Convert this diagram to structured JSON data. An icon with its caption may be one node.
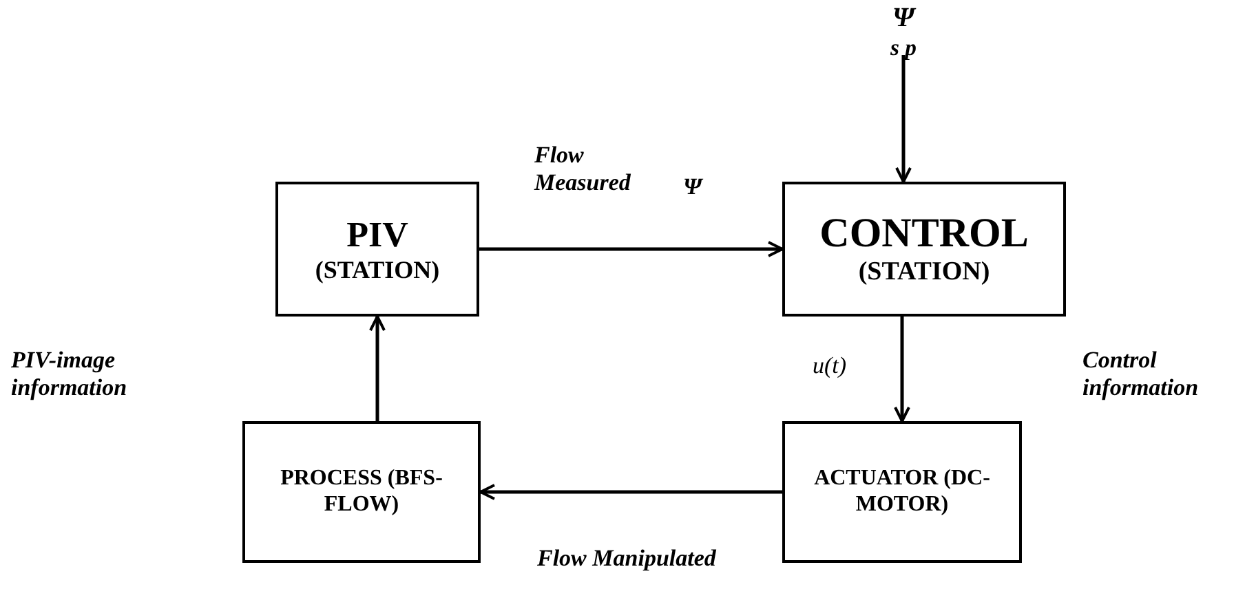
{
  "diagram": {
    "nodes": [
      {
        "text": [
          "Ψ$_{s p}$"
        ]
      },
      {
        "text": [
          "PIV",
          "(STATION)"
        ]
      },
      {
        "text": [
          "CONTROL",
          "(STATION)"
        ]
      },
      {
        "text": [
          "PROCESS (BFS-FLOW)"
        ]
      },
      {
        "text": [
          "ACTUATOR (DC-MOTOR)"
        ]
      }
    ],
    "edges": [
      {
        "from": 0,
        "to": 2,
        "arrow": "to"
      },
      {
        "from": 1,
        "to": 2,
        "arrow": "to",
        "label": "Flow Measured"
      },
      {
        "from": 2,
        "to": 4,
        "arrow": "to",
        "label": "u(t)"
      },
      {
        "from": 4,
        "to": 3,
        "arrow": "to",
        "label": "Flow Manipulated"
      },
      {
        "from": 3,
        "to": 1,
        "arrow": "to"
      }
    ],
    "labels": [
      "Ψ",
      "PIV-image information",
      "Control information"
    ]
  }
}
